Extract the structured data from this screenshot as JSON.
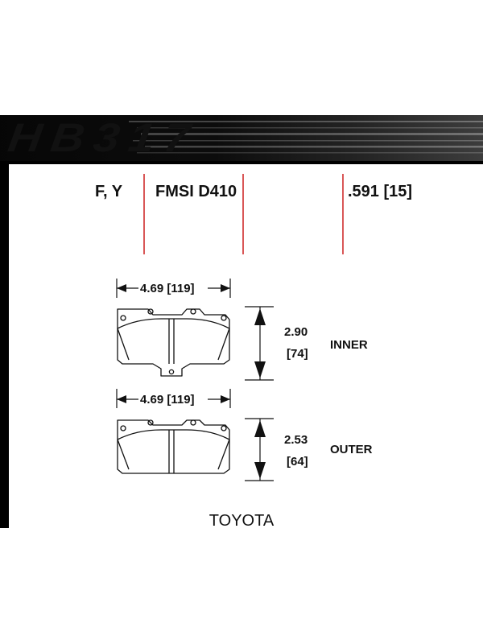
{
  "header": {
    "part_number": "HB317"
  },
  "specs": {
    "position": "F, Y",
    "fmsi": "FMSI D410",
    "thickness": ".591 [15]"
  },
  "pads": [
    {
      "width_label": "4.69 [119]",
      "height_value": "2.90",
      "height_metric": "[74]",
      "side": "INNER"
    },
    {
      "width_label": "4.69 [119]",
      "height_value": "2.53",
      "height_metric": "[64]",
      "side": "OUTER"
    }
  ],
  "footer": {
    "vehicle": "TOYOTA"
  },
  "colors": {
    "header_bar": "#000000",
    "divider_red": "#cc1f1f",
    "line": "#111111"
  }
}
